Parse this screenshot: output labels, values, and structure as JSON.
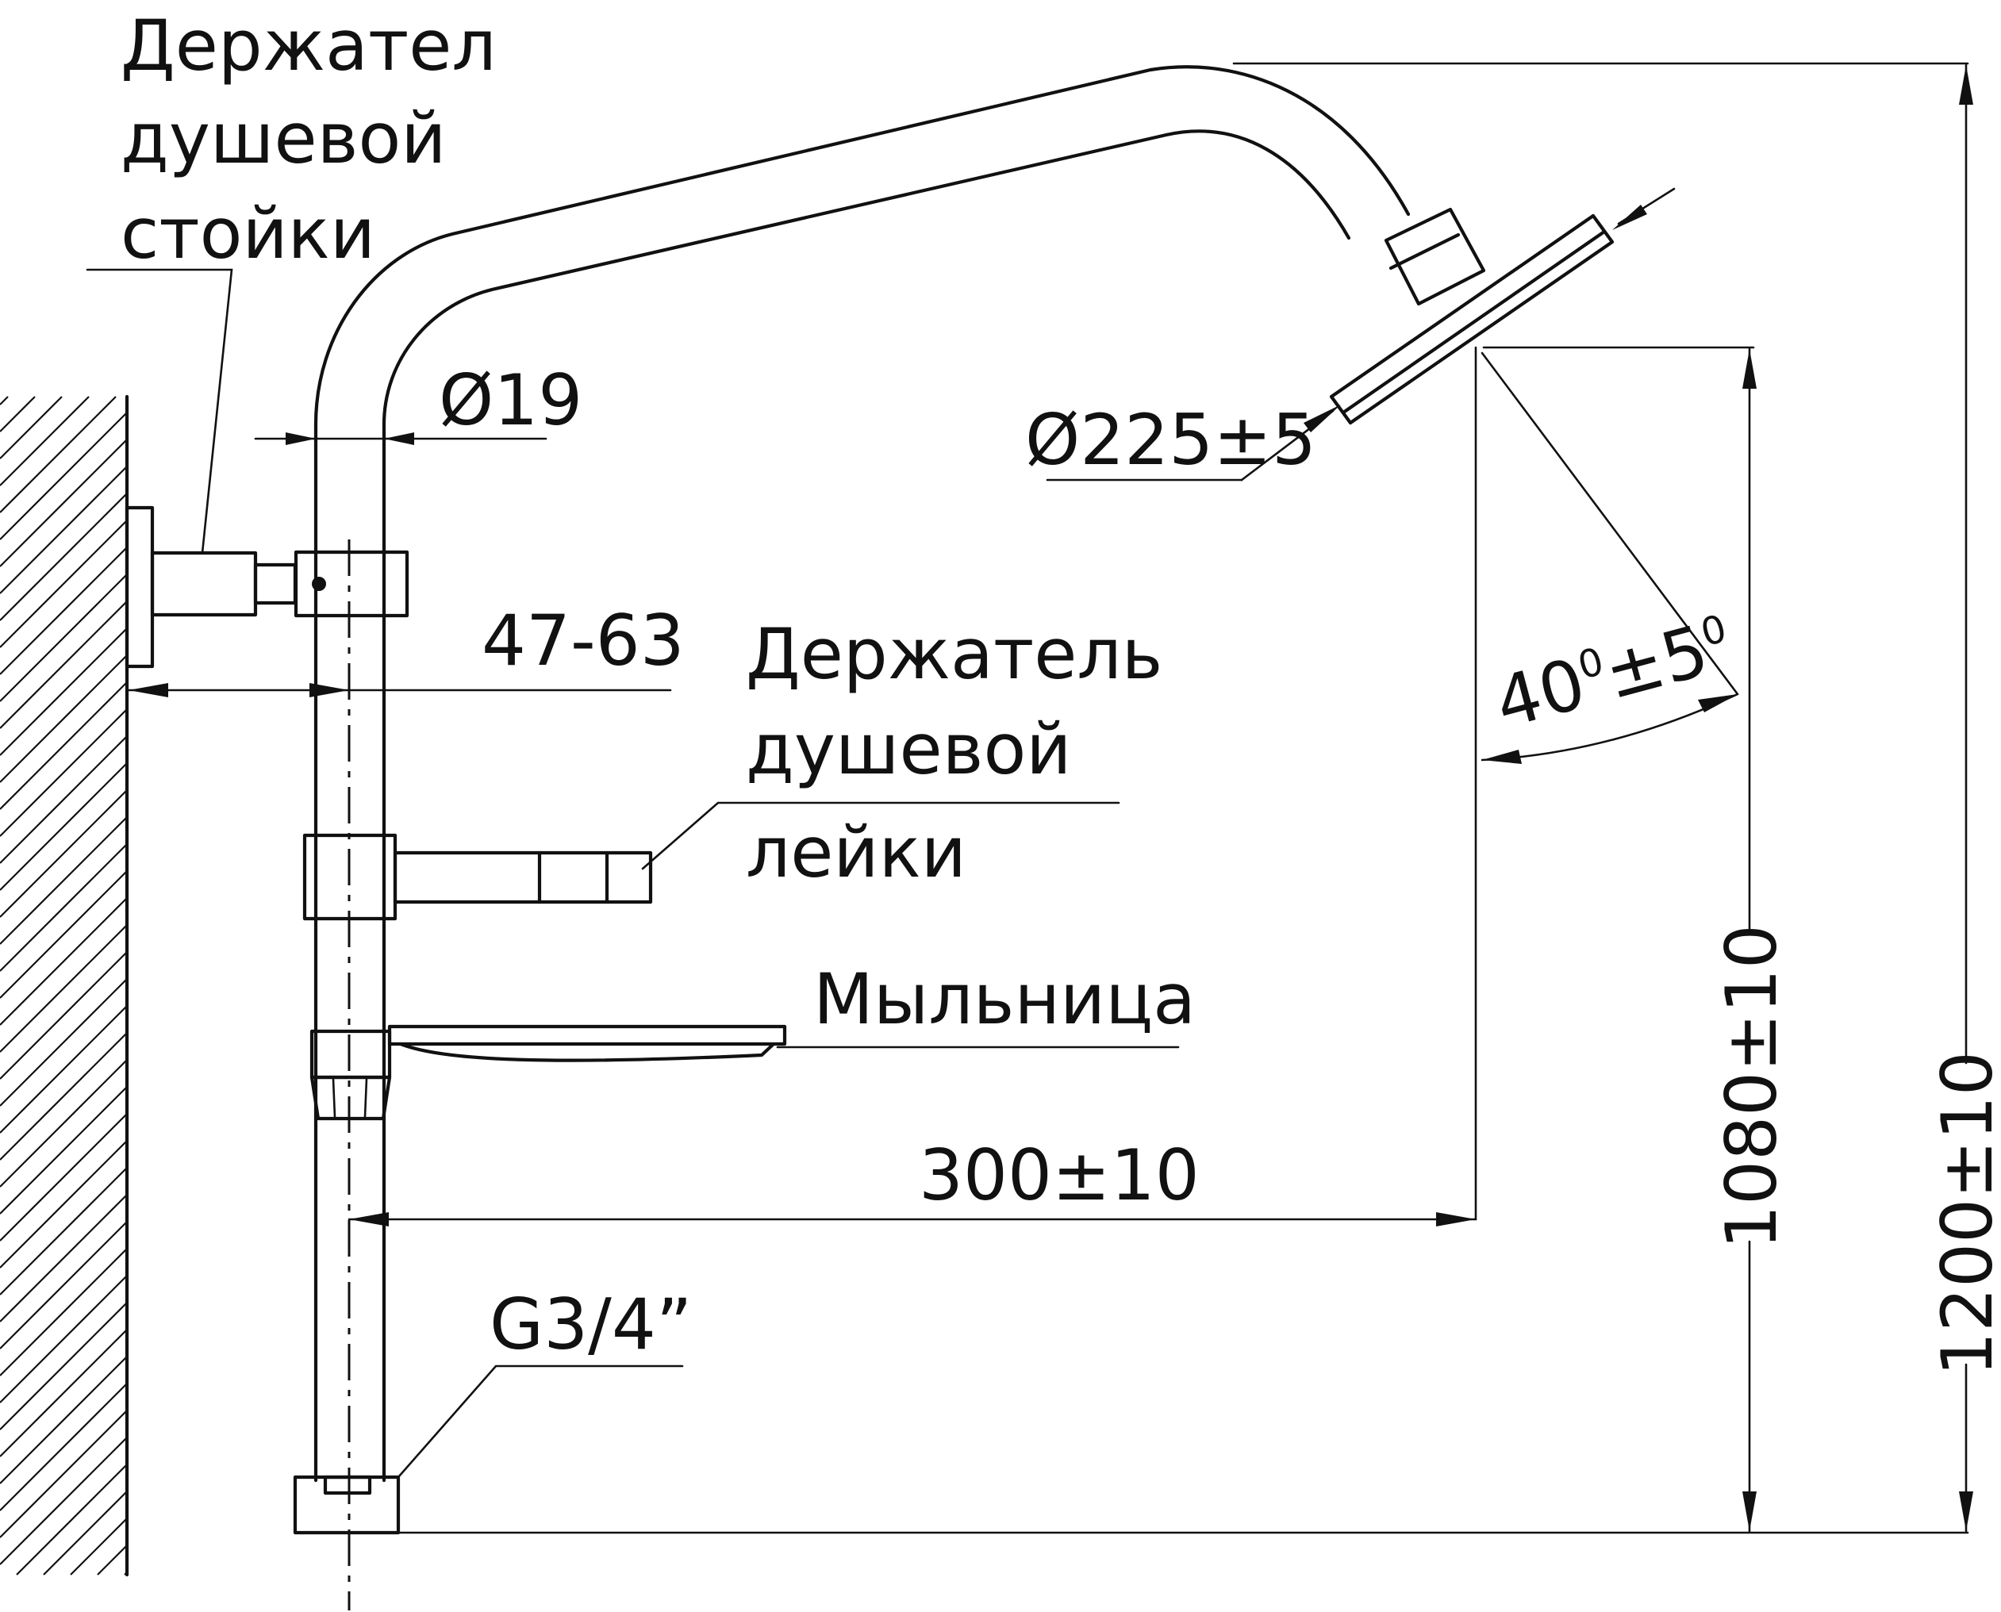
{
  "labels": {
    "column_holder": [
      "Держател",
      "душевой",
      "стойки"
    ],
    "shower_holder": [
      "Держатель",
      "душевой",
      "лейки"
    ],
    "soap_dish": "Мыльница",
    "thread": "G3/4”"
  },
  "dimensions": {
    "pipe_diameter": "Ø19",
    "head_diameter": "Ø225±5",
    "wall_offset": "47-63",
    "reach": "300±10",
    "head_height": "1080±10",
    "total_height": "1200±10",
    "angle_value_1": "40",
    "angle_sup_1": "0",
    "angle_value_2": "±5",
    "angle_sup_2": "0"
  }
}
